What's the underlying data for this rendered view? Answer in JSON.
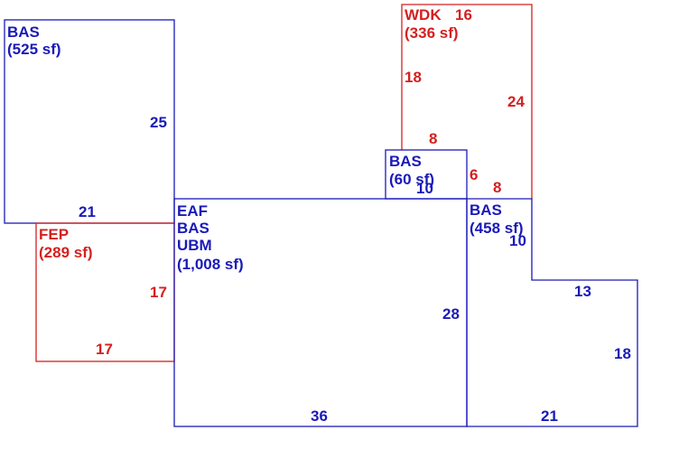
{
  "colors": {
    "blue": "#1a1ab8",
    "red": "#d42020"
  },
  "areas": {
    "bas_top_left": {
      "lines": [
        "BAS",
        "(525 sf)"
      ],
      "dims": {
        "right": "25",
        "bottom": "21"
      }
    },
    "fep": {
      "lines": [
        "FEP",
        "(289 sf)"
      ],
      "dims": {
        "right": "17",
        "bottom": "17"
      }
    },
    "eaf": {
      "lines": [
        "EAF",
        "BAS",
        "UBM",
        "(1,008 sf)"
      ],
      "dims": {
        "right": "28",
        "bottom": "36"
      }
    },
    "bas_small": {
      "lines": [
        "BAS",
        "(60 sf)"
      ],
      "dims": {
        "bottom": "10"
      }
    },
    "wdk": {
      "lines": [
        "WDK",
        "(336 sf)"
      ],
      "dims": {
        "top": "16",
        "left": "18",
        "right": "24",
        "step": "8",
        "stub": "6",
        "bottom": "8"
      }
    },
    "bas_right": {
      "lines": [
        "BAS",
        "(458 sf)"
      ],
      "dims": {
        "top": "10",
        "step": "13",
        "right": "18",
        "bottom": "21"
      }
    }
  }
}
